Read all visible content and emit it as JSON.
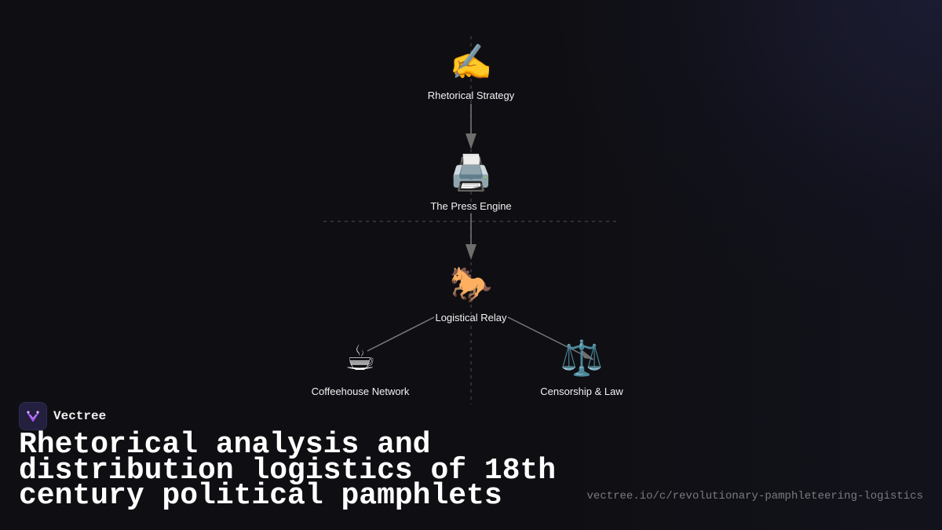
{
  "diagram": {
    "nodes": [
      {
        "id": "rhetorical",
        "icon": "✍️",
        "icon_name": "writing-hand-icon",
        "label": "Rhetorical Strategy"
      },
      {
        "id": "press",
        "icon": "🖨️",
        "icon_name": "printer-icon",
        "label": "The Press Engine"
      },
      {
        "id": "relay",
        "icon": "🐎",
        "icon_name": "horse-icon",
        "label": "Logistical Relay"
      },
      {
        "id": "coffeehouse",
        "icon": "☕",
        "icon_name": "coffee-cup-icon",
        "label": "Coffeehouse Network"
      },
      {
        "id": "censorship",
        "icon": "⚖️",
        "icon_name": "scales-icon",
        "label": "Censorship & Law"
      }
    ],
    "edges": [
      {
        "from": "rhetorical",
        "to": "press"
      },
      {
        "from": "press",
        "to": "relay"
      },
      {
        "from": "relay",
        "to": "coffeehouse"
      },
      {
        "from": "relay",
        "to": "censorship"
      }
    ]
  },
  "brand": {
    "name": "Vectree",
    "logo_icon": "vectree-logo-icon"
  },
  "title": "Rhetorical analysis and distribution logistics of 18th century political pamphlets",
  "url": "vectree.io/c/revolutionary-pamphleteering-logistics",
  "colors": {
    "background": "#0f0f13",
    "edge": "#8a8a8a",
    "guide": "#3a3a40",
    "brand_accent": "#a855f7"
  }
}
